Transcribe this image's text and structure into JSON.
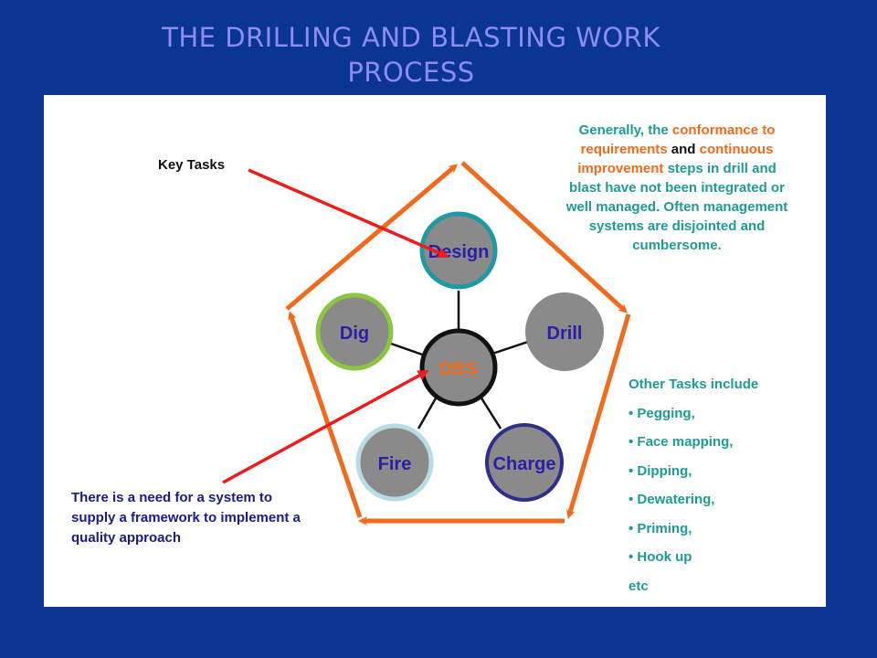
{
  "title": {
    "line1": "THE DRILLING AND BLASTING WORK",
    "line2": "PROCESS"
  },
  "nodes": {
    "center": "DBS",
    "design": "Design",
    "drill": "Drill",
    "charge": "Charge",
    "fire": "Fire",
    "dig": "Dig"
  },
  "annotations": {
    "key_tasks": "Key Tasks",
    "need": "There is a need for a system to supply a framework to implement a quality approach"
  },
  "note_top": {
    "p1": "Generally, the ",
    "h1": "conformance to requirements",
    "p2": " ",
    "h2": "and",
    "p3": " ",
    "h3": "continuous improvement",
    "p4": " steps in drill and blast have not been integrated or well managed.  Often management systems are disjointed and cumbersome."
  },
  "other_tasks": {
    "heading": "Other Tasks include",
    "items": [
      "• Pegging,",
      "• Face mapping,",
      "• Dipping,",
      "• Dewatering,",
      "• Priming,",
      "• Hook up"
    ],
    "footer": "etc"
  },
  "colors": {
    "background": "#0a3592",
    "title": "#8c8cf2",
    "cycle_arrows": "#ef6b1d",
    "pointer_arrows": "#ee1c1c",
    "node_fill": "#8a8a8a",
    "design_ring": "#1f9aa3",
    "dig_ring": "#8cc63f",
    "charge_ring": "#2e2e8c",
    "fire_ring": "#b8dce6",
    "node_text": "#2a1fa6",
    "dbs_text": "#ef6b1d",
    "teal_text": "#1e9b93",
    "navy_text": "#1a1a8a"
  },
  "icons": [
    "cycle-arrow-icon",
    "pointer-arrow-icon"
  ]
}
